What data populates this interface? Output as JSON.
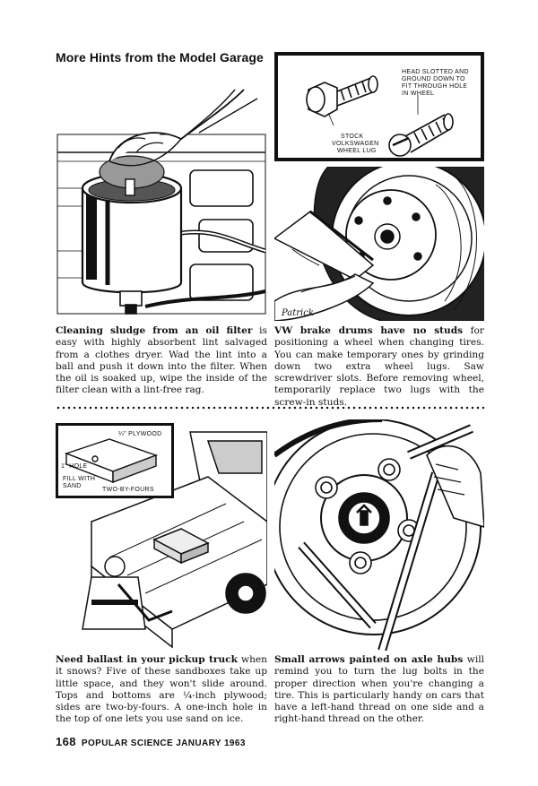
{
  "page": {
    "heading": "More Hints from the Model Garage",
    "footer_page": "168",
    "footer_text": "POPULAR SCIENCE JANUARY 1963"
  },
  "illustrations": {
    "lug_inset": {
      "label_stock": [
        "STOCK",
        "VOLKSWAGEN",
        "WHEEL LUG"
      ],
      "label_slotted": [
        "HEAD SLOTTED AND",
        "GROUND DOWN TO",
        "FIT THROUGH HOLE",
        "IN WHEEL"
      ]
    },
    "artist_signature": "Patrick",
    "sandbox_inset": {
      "label_plywood": "¼\" PLYWOOD",
      "label_hole": "1\" HOLE",
      "label_fill": [
        "FILL WITH",
        "SAND"
      ],
      "label_twobyfours": "TWO-BY-FOURS"
    }
  },
  "captions": {
    "oil_filter": {
      "lead": "Cleaning sludge from an oil filter",
      "body": " is easy with highly absorbent lint salvaged from a clothes dryer. Wad the lint into a ball and push it down into the filter. When the oil is soaked up, wipe the inside of the filter clean with a lint-free rag."
    },
    "vw_brake": {
      "lead": "VW brake drums have no studs",
      "body": " for positioning a wheel when changing tires. You can make temporary ones by grinding down two extra wheel lugs. Saw screwdriver slots. Before removing wheel, temporarily replace two lugs with the screw-in studs."
    },
    "ballast": {
      "lead": "Need ballast in your pickup truck",
      "body": " when it snows? Five of these sandboxes take up little space, and they won't slide around. Tops and bottoms are ¼-inch plywood; sides are two-by-fours. A one-inch hole in the top of one lets you use sand on ice."
    },
    "arrows": {
      "lead": "Small arrows painted on axle hubs",
      "body": " will remind you to turn the lug bolts in the proper direction when you're changing a tire. This is particularly handy on cars that have a left-hand thread on one side and a right-hand thread on the other."
    }
  }
}
